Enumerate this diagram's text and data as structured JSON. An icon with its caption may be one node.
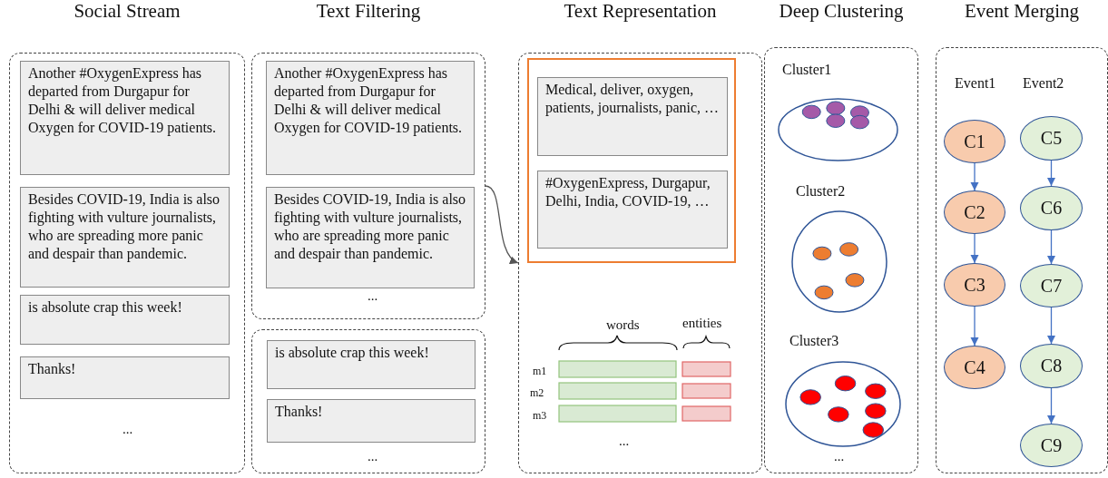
{
  "diagram": {
    "nodes": [
      {
        "text": [
          "Social Stream"
        ]
      },
      {
        "text": [
          "Another #OxygenExpress has departed from Durgapur for Delhi & will deliver medical Oxygen for COVID-19 patients."
        ],
        "in": 0
      },
      {
        "text": [
          "Besides COVID-19, India is also fighting with vulture journalists, who are spreading more panic and despair than pandemic."
        ],
        "in": 0
      },
      {
        "text": [
          "is absolute crap this week!"
        ],
        "in": 0
      },
      {
        "text": [
          "Thanks!"
        ],
        "in": 0
      },
      {
        "text": [
          "Text Filtering"
        ]
      },
      {
        "text": [
          "Another #OxygenExpress has departed from Durgapur for Delhi & will deliver medical Oxygen for COVID-19 patients."
        ],
        "in": 5
      },
      {
        "text": [
          "Besides COVID-19, India is also fighting with vulture journalists, who are spreading more panic and despair than pandemic."
        ],
        "in": 5
      },
      {
        "text": [],
        "shape": "box"
      },
      {
        "text": [
          "is absolute crap this week!"
        ],
        "in": 8
      },
      {
        "text": [
          "Thanks!"
        ],
        "in": 8
      },
      {
        "text": [
          "Text Representation"
        ]
      },
      {
        "text": [],
        "shape": "box",
        "in": 11
      },
      {
        "text": [
          "Medical, deliver, oxygen, patients, journalists, panic, …"
        ],
        "in": 12
      },
      {
        "text": [
          "#OxygenExpress, Durgapur, Delhi, India, COVID-19, …"
        ],
        "in": 12
      },
      {
        "text": [
          "Deep Clustering"
        ]
      },
      {
        "text": [],
        "shape": "ellipse",
        "beside": [
          "Cluster1"
        ],
        "in": 15
      },
      {
        "text": [],
        "shape": "ellipse",
        "beside": [
          "Cluster2"
        ],
        "in": 15
      },
      {
        "text": [],
        "shape": "ellipse",
        "beside": [
          "Cluster3"
        ],
        "in": 15
      },
      {
        "text": [
          "Event Merging"
        ]
      },
      {
        "text": [
          "C1"
        ],
        "in": 19
      },
      {
        "text": [
          "C2"
        ],
        "in": 19
      },
      {
        "text": [
          "C3"
        ],
        "in": 19
      },
      {
        "text": [
          "C4"
        ],
        "in": 19
      },
      {
        "text": [
          "C5"
        ],
        "in": 19
      },
      {
        "text": [
          "C6"
        ],
        "in": 19
      },
      {
        "text": [
          "C7"
        ],
        "in": 19
      },
      {
        "text": [
          "C8"
        ],
        "in": 19
      },
      {
        "text": [
          "C9"
        ],
        "in": 19
      }
    ],
    "edges": [
      {
        "from": 5,
        "to": 11,
        "arrow": "to",
        "color": "#555555"
      },
      {
        "from": 20,
        "to": 21,
        "arrow": "to"
      },
      {
        "from": 21,
        "to": 22,
        "arrow": "to"
      },
      {
        "from": 22,
        "to": 23,
        "arrow": "to"
      },
      {
        "from": 24,
        "to": 25,
        "arrow": "to"
      },
      {
        "from": 25,
        "to": 26,
        "arrow": "to"
      },
      {
        "from": 26,
        "to": 27,
        "arrow": "to"
      },
      {
        "from": 27,
        "to": 28,
        "arrow": "to"
      }
    ],
    "labels": [
      "...",
      "...",
      "...",
      "words",
      "entities",
      "m1",
      "m2",
      "m3",
      "...",
      "...",
      "Event1",
      "Event2"
    ]
  }
}
